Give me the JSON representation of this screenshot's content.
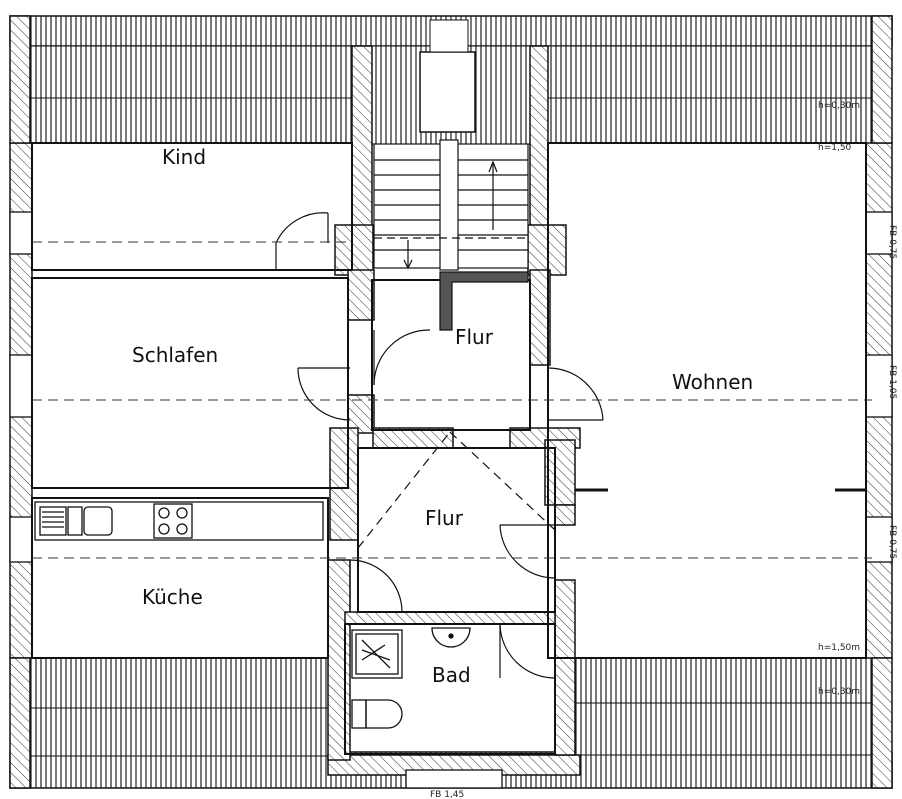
{
  "rooms": {
    "kind": "Kind",
    "schlafen": "Schlafen",
    "kueche": "Küche",
    "flur_upper": "Flur",
    "flur_lower": "Flur",
    "bad": "Bad",
    "wohnen": "Wohnen"
  },
  "annotations": {
    "h_top_right": "h=0,30m",
    "h_second_right": "h=1,50",
    "h_bottom_1": "h=1,50m",
    "h_bottom_2": "h=0,30m",
    "bottom_mark": "FB 1,45",
    "right_mark_1": "FB 0,75",
    "right_mark_2": "FB 1,05",
    "right_mark_3": "FB 0,75"
  },
  "colors": {
    "line": "#111111",
    "hatch": "#333333",
    "paper": "#ffffff"
  }
}
